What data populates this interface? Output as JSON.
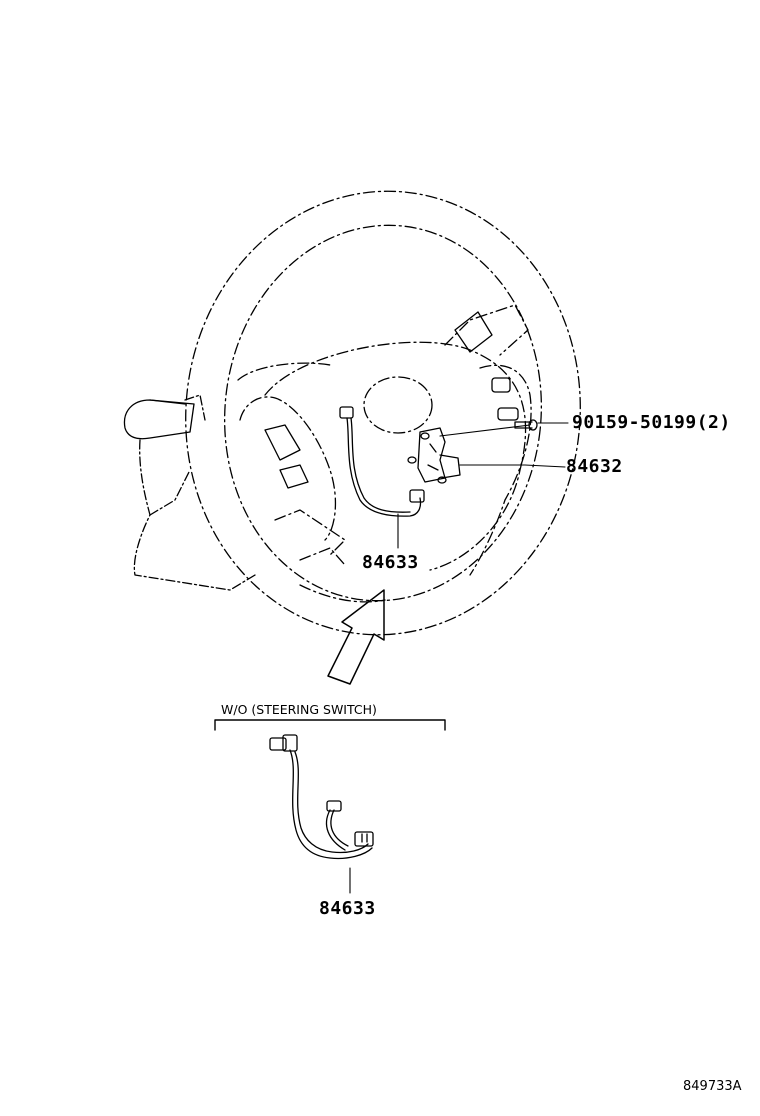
{
  "callouts": {
    "bolt": "90159-50199(2)",
    "switch": "84632",
    "wire_main": "84633",
    "wire_alt": "84633"
  },
  "variant_note": "W/O (STEERING SWITCH)",
  "figure_code": "849733A"
}
